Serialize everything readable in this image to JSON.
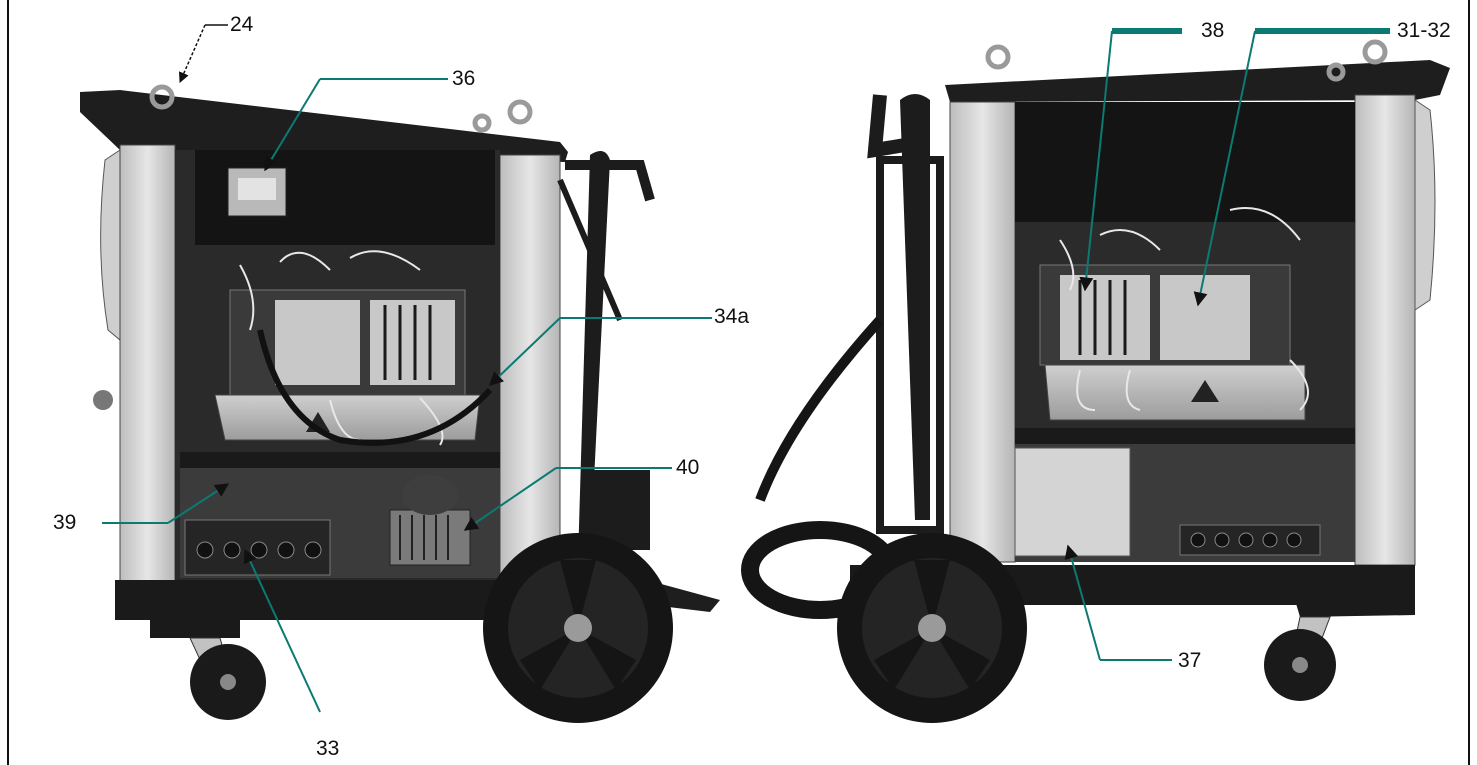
{
  "figure": {
    "left_view": "rear-side view of welding unit on trolley, covers removed",
    "right_view": "opposite-side view of welding unit on trolley, covers removed"
  },
  "callouts": [
    {
      "id": "24",
      "label": "24"
    },
    {
      "id": "36",
      "label": "36"
    },
    {
      "id": "34a",
      "label": "34a"
    },
    {
      "id": "40",
      "label": "40"
    },
    {
      "id": "39",
      "label": "39"
    },
    {
      "id": "33",
      "label": "33"
    },
    {
      "id": "38",
      "label": "38"
    },
    {
      "id": "31-32",
      "label": "31-32"
    },
    {
      "id": "37",
      "label": "37"
    }
  ],
  "colors": {
    "leader_line": "#0b7a72",
    "leader_bar": "#0b7a72",
    "machine_dark": "#1c1c1c",
    "panel_light": "#d9d9d9",
    "frame": "#111111"
  }
}
